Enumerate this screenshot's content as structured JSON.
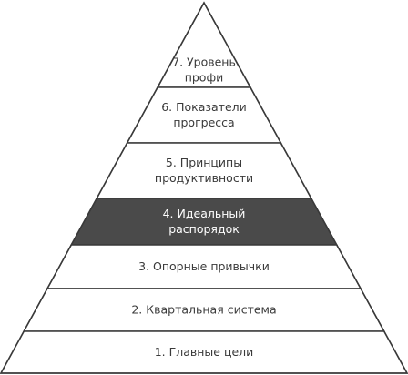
{
  "colors": {
    "background": "#ffffff",
    "outline": "#3a3a3a",
    "highlight_fill": "#4a4a4a",
    "text": "#3a3a3a",
    "highlight_text": "#ffffff"
  },
  "levels": [
    {
      "lines": [
        "7. Уровень",
        "профи"
      ],
      "highlighted": false
    },
    {
      "lines": [
        "6. Показатели",
        "прогресса"
      ],
      "highlighted": false
    },
    {
      "lines": [
        "5. Принципы",
        "продуктивности"
      ],
      "highlighted": false
    },
    {
      "lines": [
        "4. Идеальный",
        "распорядок"
      ],
      "highlighted": true
    },
    {
      "lines": [
        "3. Опорные привычки"
      ],
      "highlighted": false
    },
    {
      "lines": [
        "2. Квартальная система"
      ],
      "highlighted": false
    },
    {
      "lines": [
        "1. Главные цели"
      ],
      "highlighted": false
    }
  ]
}
